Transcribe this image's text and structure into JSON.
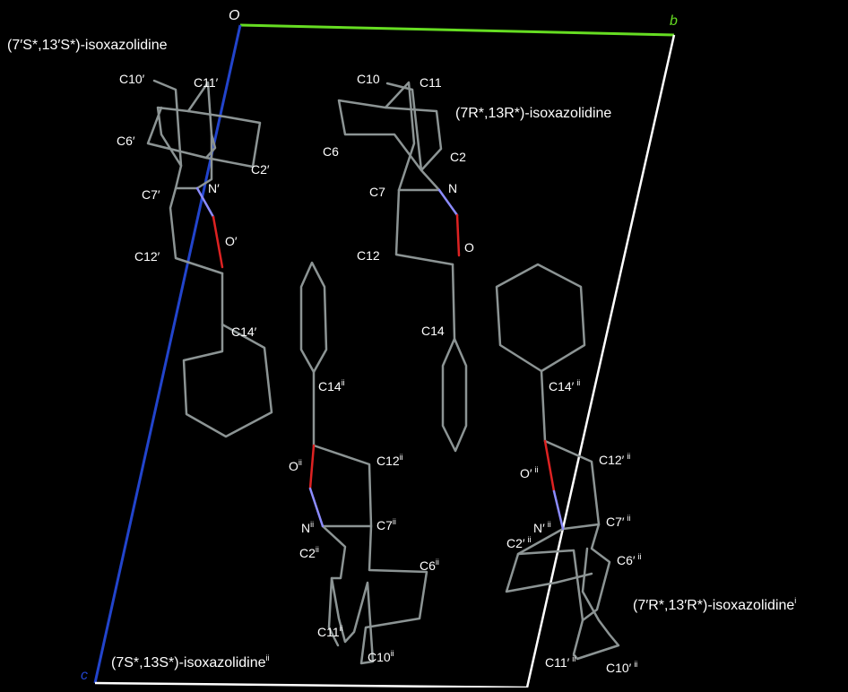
{
  "axes": {
    "origin_label": "O",
    "b_label": "b",
    "c_label": "c",
    "b_color": "#66dd22",
    "c_color": "#2244cc",
    "cell_edge_color": "#ffffff"
  },
  "colors": {
    "carbon_bond": "#8c9494",
    "nitrogen_bond": "#8c8cff",
    "oxygen_bond": "#dd2222",
    "label_text": "#ffffff"
  },
  "titles": {
    "top_left": "(7′S*,13′S*)-isoxazolidine",
    "top_center": "(7R*,13R*)-isoxazolidine",
    "bottom_right": "(7′R*,13′R*)-isoxazolidine",
    "bottom_right_sup": "i",
    "bottom_left": "(7S*,13S*)-isoxazolidine",
    "bottom_left_sup": "ii"
  },
  "molecule_A_labels": {
    "C10": "C10′",
    "C11": "C11′",
    "C6": "C6′",
    "C2": "C2′",
    "C7": "C7′",
    "N": "N′",
    "O": "O′",
    "C12": "C12′",
    "C14": "C14′"
  },
  "molecule_B_labels": {
    "C10": "C10",
    "C11": "C11",
    "C6": "C6",
    "C2": "C2",
    "C7": "C7",
    "N": "N",
    "O": "O",
    "C12": "C12",
    "C14": "C14"
  },
  "molecule_C_labels": {
    "C14": "C14",
    "C14_sup": "ii",
    "O": "O",
    "O_sup": "ii",
    "C12": "C12",
    "C12_sup": "ii",
    "N": "N",
    "N_sup": "ii",
    "C7": "C7",
    "C7_sup": "ii",
    "C2": "C2",
    "C2_sup": "ii",
    "C6": "C6",
    "C6_sup": "ii",
    "C11": "C11",
    "C11_sup": "ii",
    "C10": "C10",
    "C10_sup": "ii"
  },
  "molecule_D_labels": {
    "C14": "C14′",
    "C14_sup": "ii",
    "O": "O′",
    "O_sup": "ii",
    "C12": "C12′",
    "C12_sup": "ii",
    "N": "N′",
    "N_sup": "ii",
    "C7": "C7′",
    "C7_sup": "ii",
    "C2": "C2′",
    "C2_sup": "ii",
    "C6": "C6′",
    "C6_sup": "ii",
    "C11": "C11′",
    "C11_sup": "ii",
    "C10": "C10′",
    "C10_sup": "ii"
  }
}
